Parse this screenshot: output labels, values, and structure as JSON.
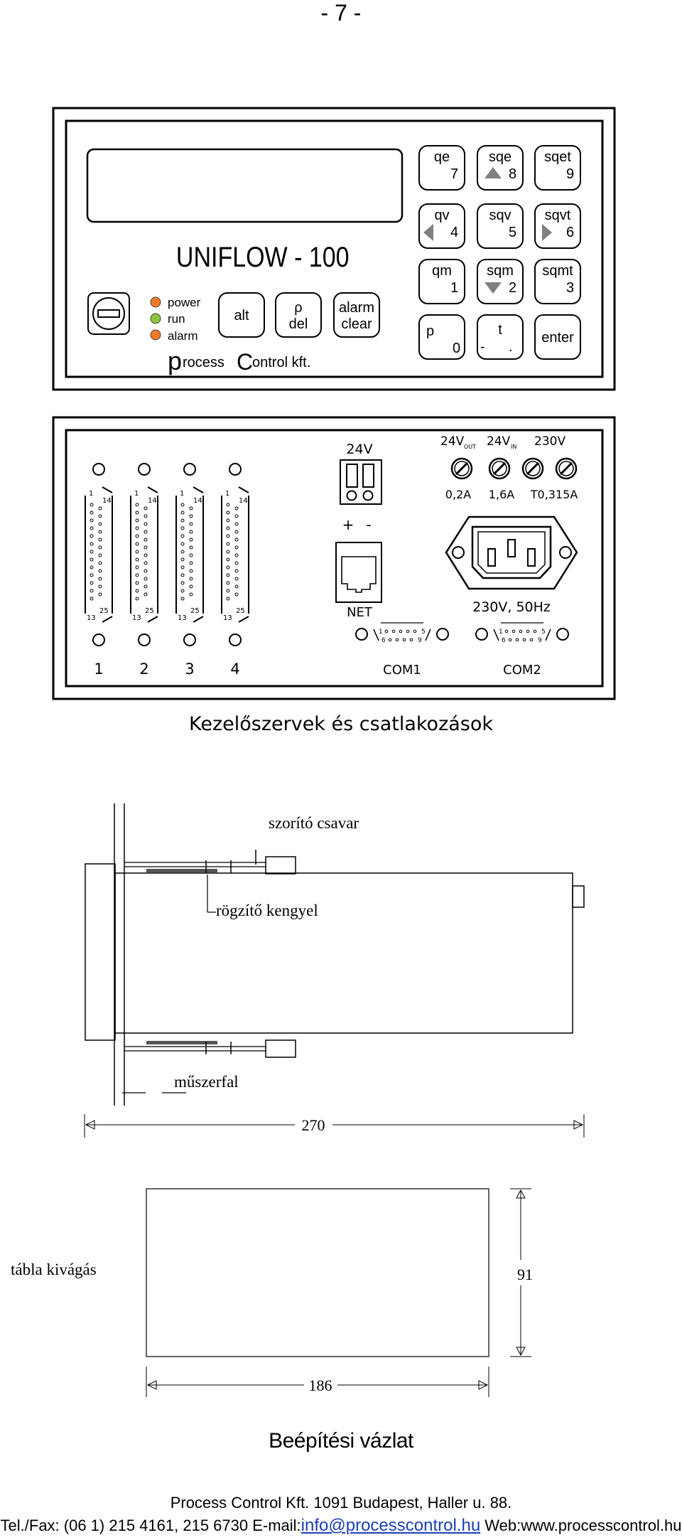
{
  "page_number": "- 7 -",
  "front_panel": {
    "model": "UNIFLOW - 100",
    "brand_p": "p",
    "brand_rest1": "rocess ",
    "brand_c": "C",
    "brand_rest2": "ontrol kft.",
    "leds": [
      {
        "label": "power",
        "color": "#f07a28"
      },
      {
        "label": "run",
        "color": "#8cc63f"
      },
      {
        "label": "alarm",
        "color": "#f07a28"
      }
    ],
    "buttons": {
      "alt": "alt",
      "rho": "ρ",
      "del": "del",
      "alarm": "alarm",
      "clear": "clear"
    },
    "keys": [
      {
        "top": "qe",
        "num": "7",
        "arrow": ""
      },
      {
        "top": "sqe",
        "num": "8",
        "arrow": "up"
      },
      {
        "top": "sqet",
        "num": "9",
        "arrow": ""
      },
      {
        "top": "qv",
        "num": "4",
        "arrow": "left"
      },
      {
        "top": "sqv",
        "num": "5",
        "arrow": ""
      },
      {
        "top": "sqvt",
        "num": "6",
        "arrow": "right"
      },
      {
        "top": "qm",
        "num": "1",
        "arrow": ""
      },
      {
        "top": "sqm",
        "num": "2",
        "arrow": "down"
      },
      {
        "top": "sqmt",
        "num": "3",
        "arrow": ""
      }
    ],
    "key_p": {
      "top": "p",
      "num": "0"
    },
    "key_t": {
      "top": "t",
      "minus": "-",
      "dot": "."
    },
    "key_enter": "enter"
  },
  "rear_panel": {
    "connector_pins": {
      "p1": "1",
      "p14": "14",
      "p13": "13",
      "p25": "25"
    },
    "channels": [
      "1",
      "2",
      "3",
      "4"
    ],
    "supply_24v": "24V",
    "plus": "+",
    "minus": "-",
    "net": "NET",
    "fuse_24v": "24V",
    "fuse_out": "OUT",
    "fuse_24v_in": "24V",
    "fuse_in": "IN",
    "fuse_230v": "230V",
    "fuse_ratings": [
      "0,2A",
      "1,6A",
      "T0,315A"
    ],
    "mains": "230V, 50Hz",
    "com1": "COM1",
    "com2": "COM2",
    "db9": {
      "p1": "1",
      "p5": "5",
      "p6": "6",
      "p9": "9"
    }
  },
  "caption_1": "Kezelőszervek és csatlakozások",
  "side_view": {
    "screw": "szorító csavar",
    "bracket": "rögzítő kengyel",
    "wall": "műszerfal",
    "depth": "270"
  },
  "cutout": {
    "label": "tábla kivágás",
    "height": "91",
    "width": "186"
  },
  "caption_2": "Beépítési vázlat",
  "footer": {
    "line1": "Process Control Kft.  1091 Budapest, Haller u. 88.",
    "tel": "Tel./Fax: (06 1) 215 4161, 215 6730    E-mail:",
    "email": "info@processcontrol.hu",
    "web": "   Web:www.processcontrol.hu"
  }
}
